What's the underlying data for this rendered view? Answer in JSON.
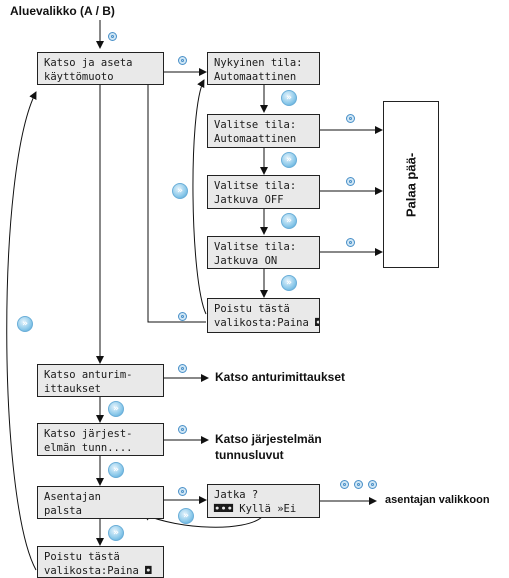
{
  "title": "Aluevalikko (A / B)",
  "boxes": {
    "katso_aseta": [
      "Katso ja aseta",
      "käyttömuoto"
    ],
    "nykyinen": [
      "Nykyinen tila:",
      "Automaattinen"
    ],
    "valitse_auto": [
      "Valitse tila:",
      "Automaattinen"
    ],
    "valitse_off": [
      "Valitse tila:",
      "Jatkuva OFF"
    ],
    "valitse_on": [
      "Valitse tila:",
      "Jatkuva ON"
    ],
    "poistu_sub": [
      "Poistu tästä",
      "valikosta:Paina ◘"
    ],
    "anturi": [
      "Katso anturim-",
      "ittaukset"
    ],
    "jarjest": [
      "Katso järjest-",
      "elmän tunn...."
    ],
    "asentaja": [
      "Asentajan",
      "palsta"
    ],
    "jatka": [
      "Jatka ?",
      "◘◘◘ Kyllä »Ei"
    ],
    "poistu_main": [
      "Poistu tästä",
      "valikosta:Paina ◘"
    ]
  },
  "side_box": "Palaa pää-",
  "outputs": {
    "anturi": "Katso anturimittaukset",
    "jarjest_1": "Katso järjestelmän",
    "jarjest_2": "tunnusluvut",
    "asentaja": "asentajan valikkoon"
  },
  "icons": {
    "ok_button": "circle-o-button-icon",
    "next_button": "double-chevron-next-button-icon"
  },
  "colors": {
    "button_fill": "#8cc9ea",
    "button_border": "#4a90c8",
    "box_fill": "#e9e9e9"
  }
}
